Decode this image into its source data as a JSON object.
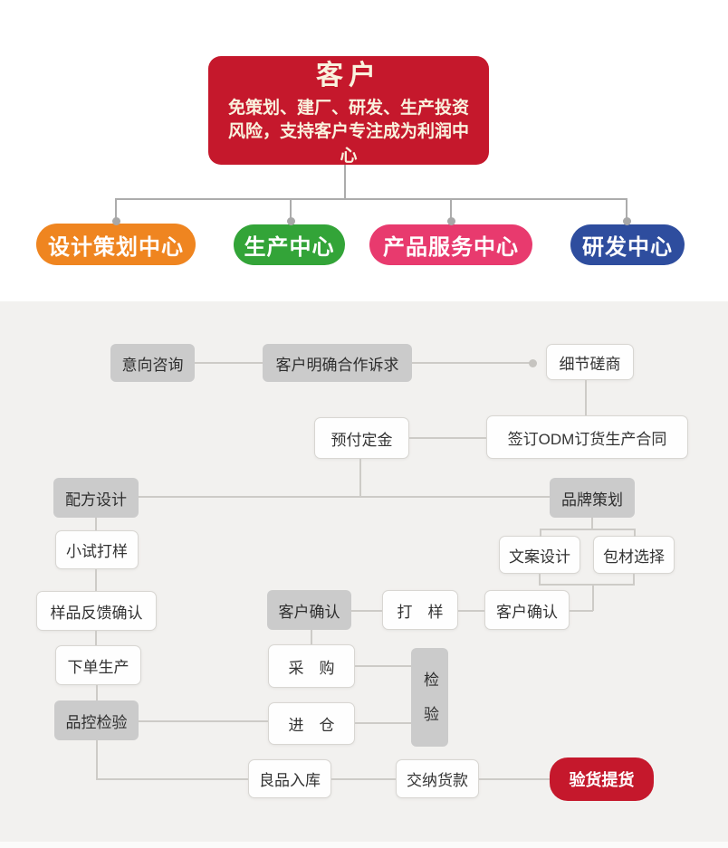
{
  "page": {
    "background_top": "#FFFFFF",
    "background_bottom": "#F2F1EF"
  },
  "header": {
    "customer": {
      "title": "客户",
      "description": "免策划、建厂、研发、生产投资风险，支持客户专注成为利润中心",
      "color": "#C5182C"
    },
    "centers": [
      {
        "label": "设计策划中心",
        "color": "#EF8520"
      },
      {
        "label": "生产中心",
        "color": "#33A438"
      },
      {
        "label": "产品服务中心",
        "color": "#E83A6E"
      },
      {
        "label": "研发中心",
        "color": "#2E4D9E"
      }
    ]
  },
  "flow": {
    "inquiry": "意向咨询",
    "clarify": "客户明确合作诉求",
    "negotiate": "细节磋商",
    "deposit": "预付定金",
    "contract": "签订ODM订货生产合同",
    "formula": "配方设计",
    "brand": "品牌策划",
    "trial": "小试打样",
    "copywriting": "文案设计",
    "packaging": "包材选择",
    "sample_feedback": "样品反馈确认",
    "customer_confirm_1": "客户确认",
    "proofing": "打　样",
    "customer_confirm_2": "客户确认",
    "order_production": "下单生产",
    "purchasing": "采　购",
    "inspection": "检　验",
    "qc_inspection": "品控检验",
    "warehouse_entry": "进　仓",
    "good_product_storage": "良品入库",
    "payment": "交纳货款",
    "pickup": "验货提货",
    "pickup_color": "#C5182C"
  }
}
